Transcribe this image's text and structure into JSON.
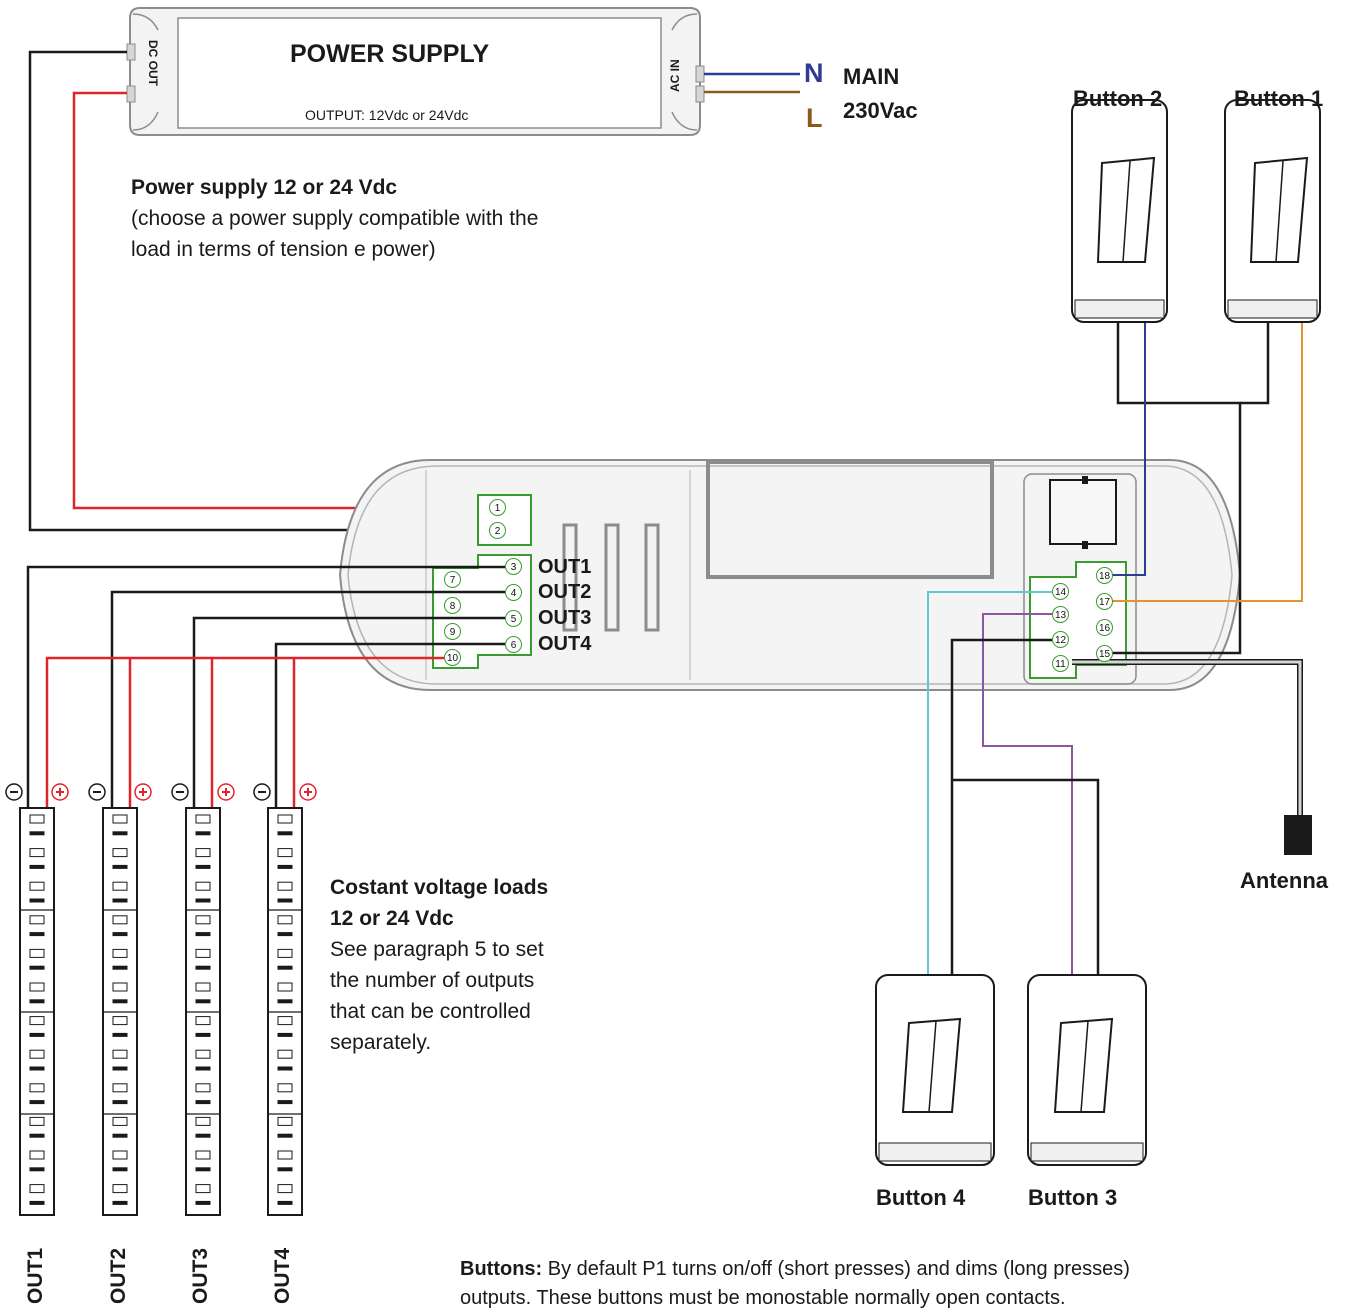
{
  "power_supply": {
    "title": "POWER SUPPLY",
    "output": "OUTPUT: 12Vdc or 24Vdc",
    "dc_out": "DC OUT",
    "ac_in": "AC IN",
    "caption_title": "Power supply 12 or 24 Vdc",
    "caption_line1": "(choose a power supply compatible with the",
    "caption_line2": "load in terms of tension e power)"
  },
  "mains": {
    "n": "N",
    "l": "L",
    "main": "MAIN",
    "voltage": "230Vac"
  },
  "buttons_top": {
    "b2": "Button 2",
    "b1": "Button 1"
  },
  "buttons_bottom": {
    "b4": "Button 4",
    "b3": "Button 3"
  },
  "antenna": "Antenna",
  "controller": {
    "out1": "OUT1",
    "out2": "OUT2",
    "out3": "OUT3",
    "out4": "OUT4",
    "terminals_left": [
      "1",
      "2",
      "3",
      "4",
      "5",
      "6",
      "7",
      "8",
      "9",
      "10"
    ],
    "terminals_right": [
      "18",
      "17",
      "16",
      "15",
      "14",
      "13",
      "12",
      "11"
    ]
  },
  "loads": {
    "title_line1": "Costant voltage loads",
    "title_line2": "12 or 24 Vdc",
    "line1": "See paragraph 5 to set",
    "line2": "the number of outputs",
    "line3": "that can be controlled",
    "line4": "separately.",
    "minus": "-",
    "plus": "+"
  },
  "strips": [
    "OUT1",
    "OUT2",
    "OUT3",
    "OUT4"
  ],
  "footer": {
    "bold": "Buttons:",
    "line1": " By default P1 turns on/off (short presses) and dims (long presses)",
    "line2": "outputs. These buttons must be monostable normally open contacts."
  },
  "colors": {
    "red": "#e0242b",
    "blue": "#2b3d93",
    "brown": "#8a5a1c",
    "orange": "#e8922e",
    "cyan": "#63c7cf",
    "purple": "#8a55a2",
    "green": "#3a9c2e"
  }
}
